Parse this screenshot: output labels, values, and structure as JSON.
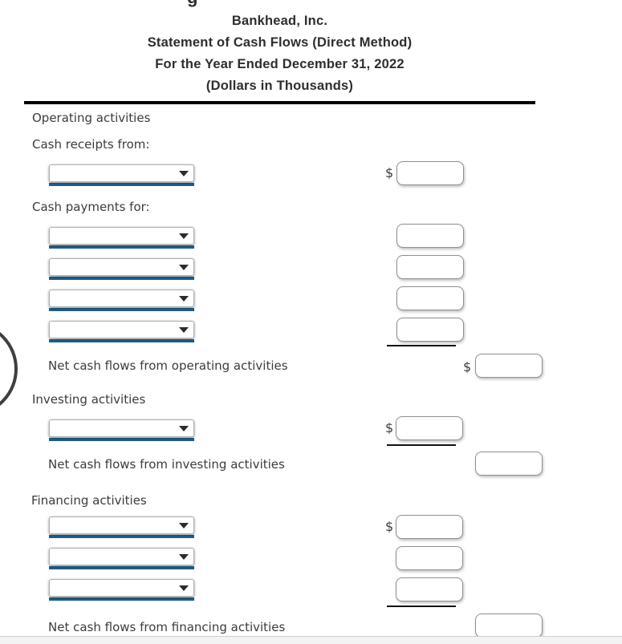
{
  "header": {
    "clipped_text_fragment": "g",
    "title_lines": [
      "Bankhead, Inc.",
      "Statement of Cash Flows (Direct Method)",
      "For the Year Ended December 31, 2022",
      "(Dollars in Thousands)"
    ]
  },
  "statement": {
    "operating": {
      "section_label": "Operating activities",
      "receipts_label": "Cash receipts from:",
      "receipt_rows": [
        {
          "select": "",
          "currency": "$",
          "amount": ""
        }
      ],
      "payments_label": "Cash payments for:",
      "payment_rows": [
        {
          "select": "",
          "amount": ""
        },
        {
          "select": "",
          "amount": ""
        },
        {
          "select": "",
          "amount": ""
        },
        {
          "select": "",
          "amount": ""
        }
      ],
      "net_label": "Net cash flows from operating activities",
      "net_currency": "$",
      "net_amount": ""
    },
    "investing": {
      "section_label": "Investing activities",
      "rows": [
        {
          "select": "",
          "currency": "$",
          "amount": ""
        }
      ],
      "net_label": "Net cash flows from investing activities",
      "net_amount": ""
    },
    "financing": {
      "section_label": "Financing activities",
      "rows": [
        {
          "select": "",
          "currency": "$",
          "amount": ""
        },
        {
          "select": "",
          "amount": ""
        },
        {
          "select": "",
          "amount": ""
        }
      ],
      "net_label": "Net cash flows from financing activities",
      "net_amount": ""
    }
  },
  "colors": {
    "select_underline_accent": "#1e5f8c",
    "header_rule": "#000000",
    "body_text": "#3c3c3c"
  }
}
